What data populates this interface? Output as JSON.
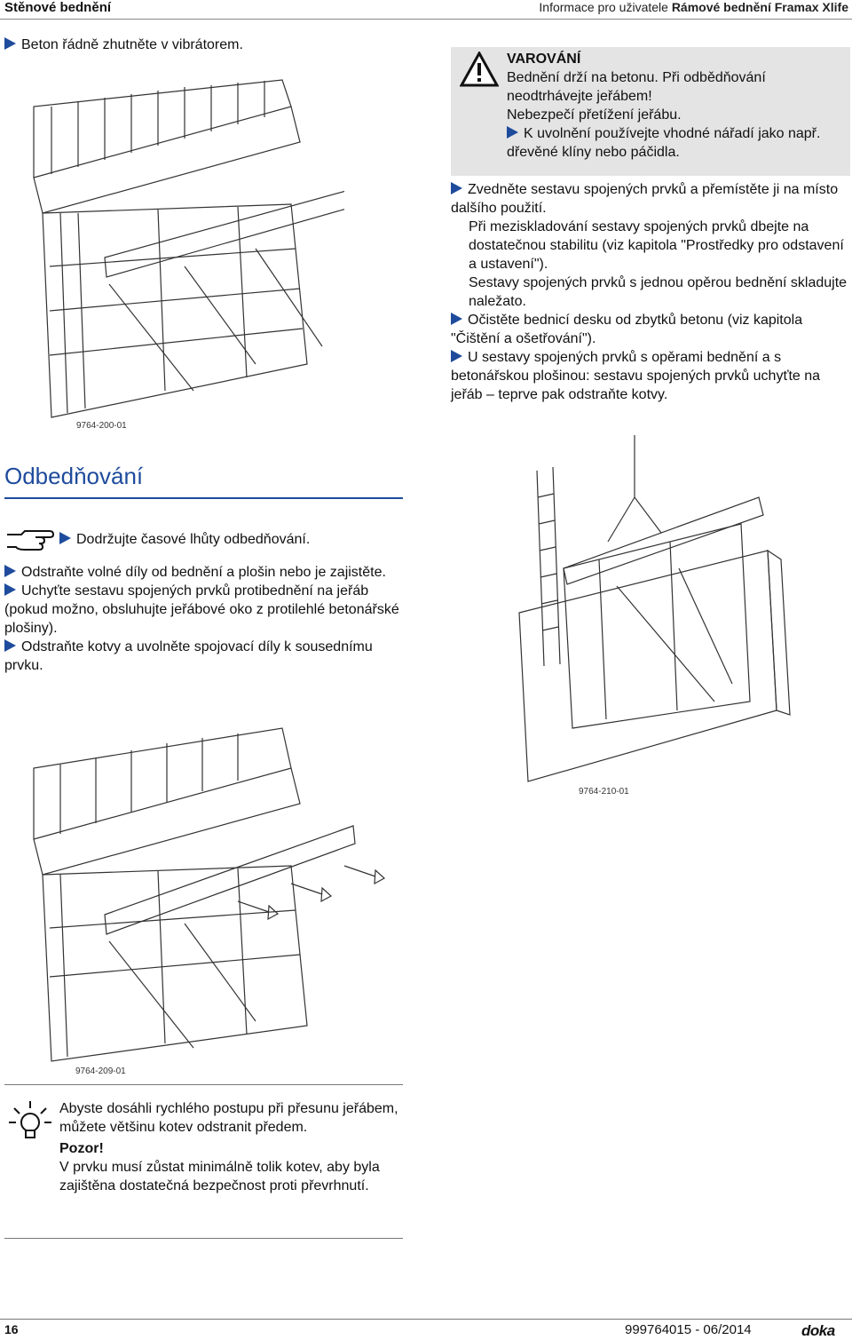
{
  "header": {
    "left_title": "Stěnové bednění",
    "right_prefix": "Informace pro uživatele ",
    "right_bold": "Rámové bednění Framax Xlife"
  },
  "steps_top_left": [
    "Beton řádně zhutněte v vibrátorem."
  ],
  "warning": {
    "title": "VAROVÁNÍ",
    "lines": [
      "Bednění drží na betonu. Při odbědňování neodtrhávejte jeřábem!",
      "Nebezpečí přetížení jeřábu."
    ],
    "action": "K uvolnění používejte vhodné nářadí jako např. dřevěné klíny nebo páčidla."
  },
  "right_steps": {
    "step1": "Zvedněte sestavu spojených prvků a přemístěte ji na místo dalšího použití.",
    "note1": "Při meziskladování sestavy spojených prvků dbejte na dostatečnou stabilitu (viz kapitola \"Prostředky pro odstavení a ustavení\").",
    "note2": "Sestavy spojených prvků s jednou opěrou bednění skladujte naležato.",
    "step2": "Očistěte bednicí desku od zbytků betonu (viz kapitola \"Čištění a ošetřování\").",
    "step3": "U sestavy spojených prvků s opěrami bednění a s betonářskou plošinou: sestavu spojených prvků uchyťte na jeřáb – teprve pak odstraňte kotvy."
  },
  "figures": {
    "fig1_caption": "9764-200-01",
    "fig2_caption": "9764-210-01",
    "fig3_caption": "9764-209-01"
  },
  "section": {
    "title": "Odbedňování",
    "hint": "Dodržujte časové lhůty odbedňování.",
    "steps": [
      "Odstraňte volné díly od bednění a plošin nebo je zajistěte.",
      "Uchyťte sestavu spojených prvků protibednění na jeřáb (pokud možno, obsluhujte jeřábové oko z protilehlé betonářské plošiny).",
      "Odstraňte kotvy a uvolněte spojovací díly k sousednímu prvku."
    ]
  },
  "tip": {
    "text": "Abyste dosáhli rychlého postupu při přesunu jeřábem, můžete většinu kotev odstranit předem.",
    "caution_title": "Pozor!",
    "caution_text": "V prvku musí zůstat minimálně tolik kotev, aby byla zajištěna dostatečná bezpečnost proti převrhnutí."
  },
  "footer": {
    "page": "16",
    "doc": "999764015 - 06/2014",
    "logo": "doka"
  },
  "colors": {
    "accent": "#1e4b9c",
    "warning_bg": "#e4e4e4"
  },
  "icons": [
    "warning-icon",
    "pointing-hand-icon",
    "lightbulb-icon",
    "arrow-bullet-icon"
  ]
}
